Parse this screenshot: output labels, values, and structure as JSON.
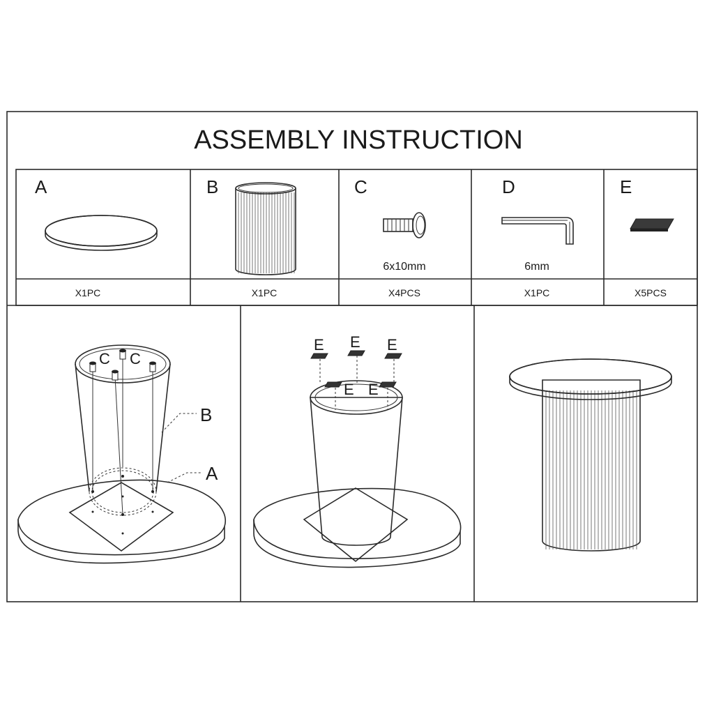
{
  "title": "ASSEMBLY INSTRUCTION",
  "parts": [
    {
      "letter": "A",
      "spec": "",
      "qty": "X1PC",
      "icon": "tabletop-icon"
    },
    {
      "letter": "B",
      "spec": "",
      "qty": "X1PC",
      "icon": "fluted-column-icon"
    },
    {
      "letter": "C",
      "spec": "6x10mm",
      "qty": "X4PCS",
      "icon": "bolt-icon"
    },
    {
      "letter": "D",
      "spec": "6mm",
      "qty": "X1PC",
      "icon": "allen-key-icon"
    },
    {
      "letter": "E",
      "spec": "",
      "qty": "X5PCS",
      "icon": "felt-pad-icon"
    }
  ],
  "steps": {
    "step1": {
      "callouts": [
        "C",
        "C",
        "B",
        "A"
      ]
    },
    "step2": {
      "callouts": [
        "E",
        "E",
        "E",
        "E",
        "E"
      ]
    },
    "step3": {}
  }
}
